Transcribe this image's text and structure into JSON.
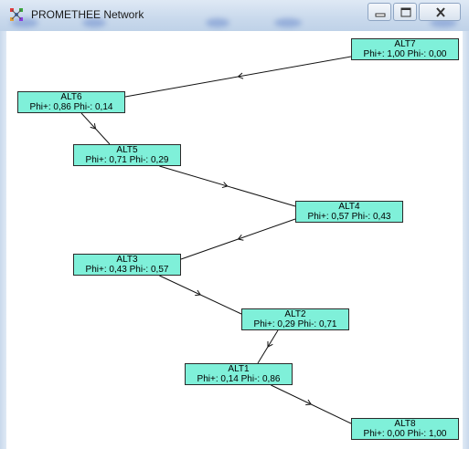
{
  "window": {
    "title": "PROMETHEE Network",
    "controls": [
      "minimize-icon",
      "maximize-icon",
      "close-icon"
    ]
  },
  "nodes": [
    {
      "id": "alt7",
      "name": "ALT7",
      "phi": "Phi+: 1,00  Phi-: 0,00"
    },
    {
      "id": "alt6",
      "name": "ALT6",
      "phi": "Phi+: 0,86  Phi-: 0,14"
    },
    {
      "id": "alt5",
      "name": "ALT5",
      "phi": "Phi+: 0,71  Phi-: 0,29"
    },
    {
      "id": "alt4",
      "name": "ALT4",
      "phi": "Phi+: 0,57  Phi-: 0,43"
    },
    {
      "id": "alt3",
      "name": "ALT3",
      "phi": "Phi+: 0,43  Phi-: 0,57"
    },
    {
      "id": "alt2",
      "name": "ALT2",
      "phi": "Phi+: 0,29  Phi-: 0,71"
    },
    {
      "id": "alt1",
      "name": "ALT1",
      "phi": "Phi+: 0,14  Phi-: 0,86"
    },
    {
      "id": "alt8",
      "name": "ALT8",
      "phi": "Phi+: 0,00  Phi-: 1,00"
    }
  ],
  "edges": [
    [
      "ALT7",
      "ALT6"
    ],
    [
      "ALT6",
      "ALT5"
    ],
    [
      "ALT5",
      "ALT4"
    ],
    [
      "ALT4",
      "ALT3"
    ],
    [
      "ALT3",
      "ALT2"
    ],
    [
      "ALT2",
      "ALT1"
    ],
    [
      "ALT1",
      "ALT8"
    ]
  ]
}
